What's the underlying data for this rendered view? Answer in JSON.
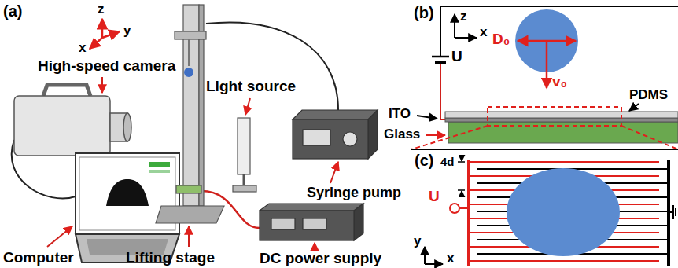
{
  "diagram": {
    "labels": [
      "(a)",
      "z",
      "y",
      "x",
      "High-speed camera",
      "Light source",
      "Syringe pump",
      "Computer",
      "Lifting stage",
      "DC power supply",
      "(b)",
      "z",
      "x",
      "D₀",
      "v₀",
      "U",
      "PDMS",
      "ITO",
      "Glass",
      "(c)",
      "4d",
      "U",
      "y",
      "x"
    ]
  }
}
